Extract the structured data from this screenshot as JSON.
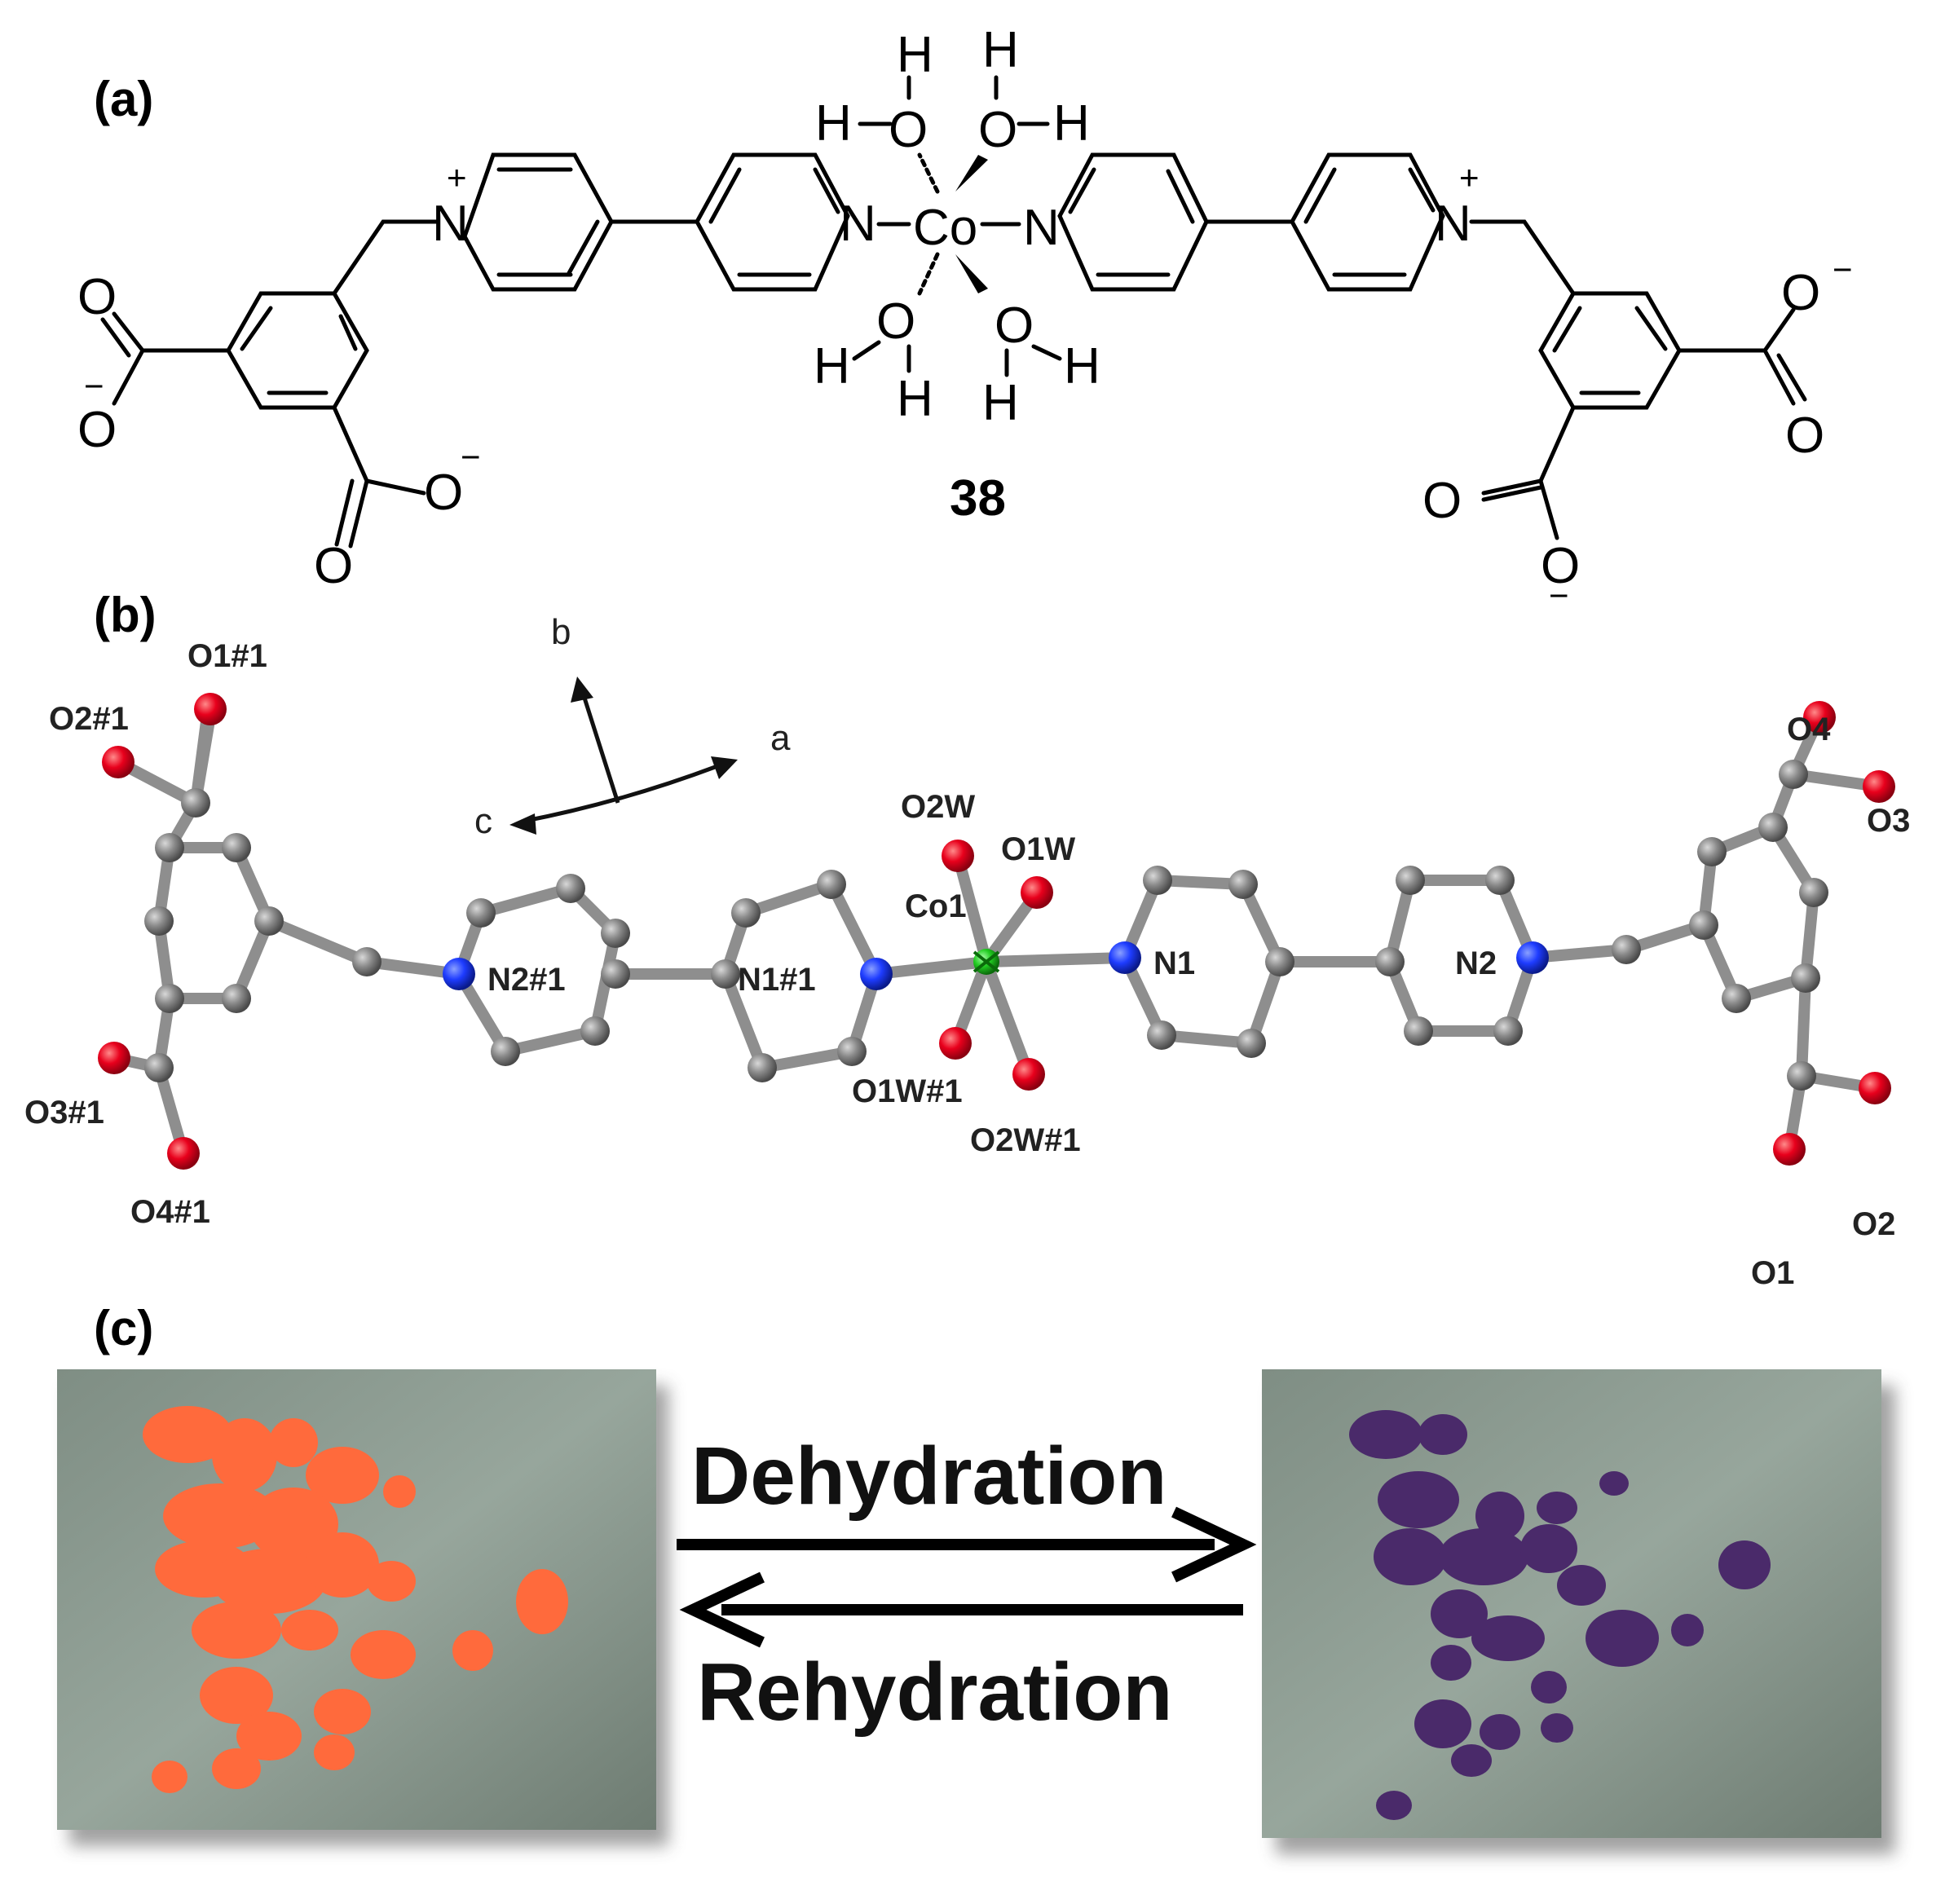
{
  "panels": {
    "a": {
      "label": "(a)"
    },
    "b": {
      "label": "(b)"
    },
    "c": {
      "label": "(c)"
    }
  },
  "structure": {
    "compound_number": "38",
    "metal": "Co",
    "atoms": {
      "N": "N",
      "O": "O",
      "H": "H",
      "plus": "+",
      "minus": "−"
    }
  },
  "crystal": {
    "axes": {
      "a": "a",
      "b": "b",
      "c": "c"
    },
    "atom_labels": {
      "O1_1": "O1#1",
      "O2_1": "O2#1",
      "O3_1": "O3#1",
      "O4_1": "O4#1",
      "N2_1": "N2#1",
      "N1_1": "N1#1",
      "Co1": "Co1",
      "O2W": "O2W",
      "O1W": "O1W",
      "O1W_1": "O1W#1",
      "O2W_1": "O2W#1",
      "N1": "N1",
      "N2": "N2",
      "O1": "O1",
      "O2": "O2",
      "O3": "O3",
      "O4": "O4"
    },
    "colors": {
      "carbon": "#8a8a8a",
      "oxygen": "#e8001c",
      "nitrogen": "#1e3cff",
      "cobalt": "#22cc22"
    }
  },
  "photos": {
    "forward_label": "Dehydration",
    "reverse_label": "Rehydration",
    "hydrated_color": "#ff6a3c",
    "dehydrated_color": "#4a2a6a",
    "background_color": "#8e9c93"
  }
}
